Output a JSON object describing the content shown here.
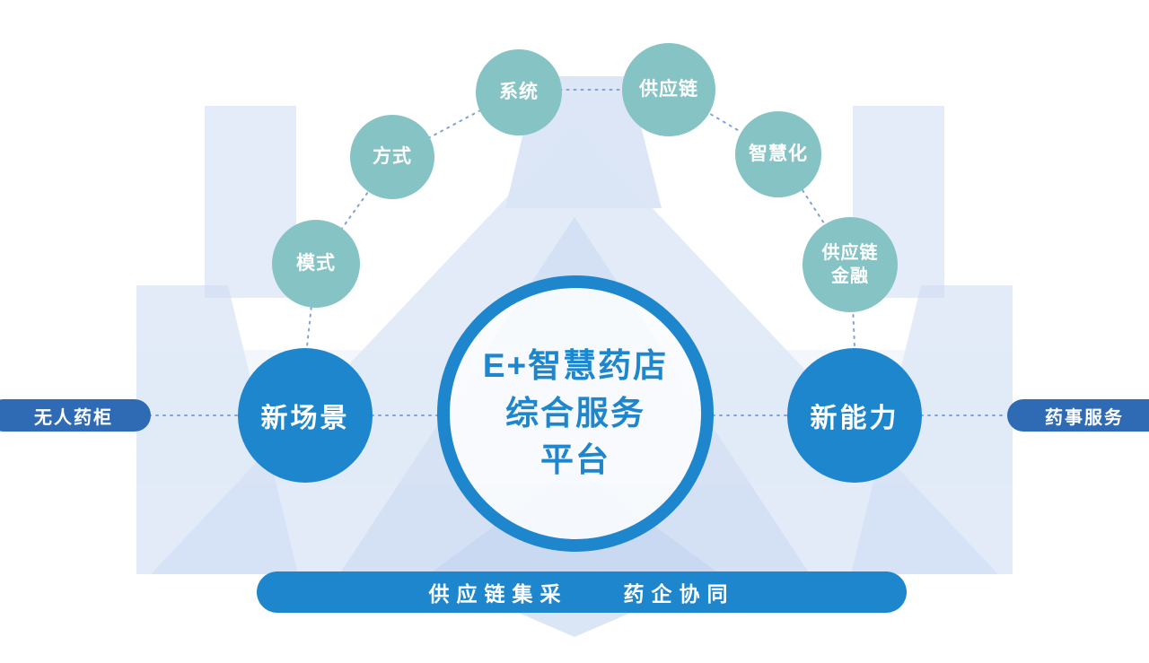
{
  "diagram": {
    "center": {
      "lines": [
        "E+智慧药店",
        "综合服务",
        "平台"
      ]
    },
    "arc_nodes": [
      {
        "id": "mode",
        "label": "模式"
      },
      {
        "id": "method",
        "label": "方式"
      },
      {
        "id": "system",
        "label": "系统"
      },
      {
        "id": "supply-chain",
        "label": "供应链"
      },
      {
        "id": "smartization",
        "label": "智慧化"
      },
      {
        "id": "supply-chain-finance",
        "label": "供应链\n金融"
      }
    ],
    "left_node": {
      "label": "新场景"
    },
    "right_node": {
      "label": "新能力"
    },
    "left_edge_label": {
      "label": "无人药柜"
    },
    "right_edge_label": {
      "label": "药事服务"
    },
    "bottom_banner": {
      "items": [
        "供应链集采",
        "药企协同"
      ]
    },
    "colors": {
      "primary_blue": "#1d86cd",
      "teal": "#86c3c4",
      "dark_pill_blue": "#2e6bb4",
      "connector_blue": "#7ca3dc",
      "background_shape_blue": "#d3e0f4"
    }
  }
}
